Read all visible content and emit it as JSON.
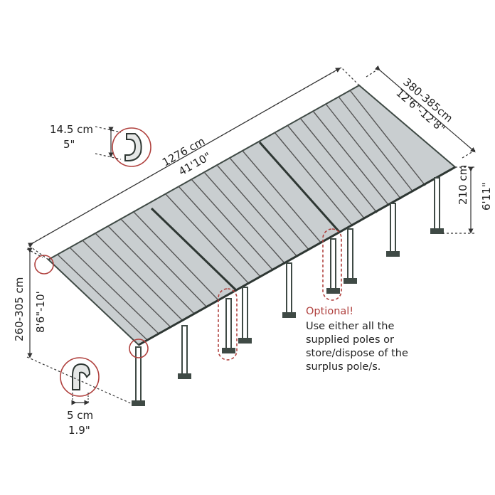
{
  "dimensions": {
    "length_cm": "1276 cm",
    "length_ft": "41'10\"",
    "width_cm": "380-385cm",
    "width_ft": "12'6\"-12'8\"",
    "height_back_cm": "210 cm",
    "height_back_ft": "6'11\"",
    "height_front_cm": "260-305 cm",
    "height_front_ft": "8'6\"-10'",
    "gutter_cm": "14.5 cm",
    "gutter_in": "5\"",
    "post_cm": "5 cm",
    "post_in": "1.9\""
  },
  "note": {
    "title": "Optional!",
    "lines": [
      "Use either all the",
      "supplied poles or",
      "store/dispose of the",
      "surplus pole/s."
    ]
  },
  "colors": {
    "frame": "#3f4a45",
    "panel_fill": "#c9ced0",
    "dimension_line": "#333333",
    "highlight": "#b0413e"
  }
}
